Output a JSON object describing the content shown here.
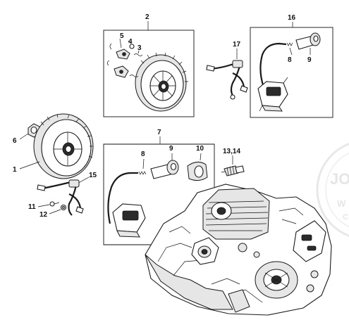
{
  "callouts": [
    {
      "id": "c2",
      "text": "2"
    },
    {
      "id": "c5",
      "text": "5"
    },
    {
      "id": "c4",
      "text": "4"
    },
    {
      "id": "c3",
      "text": "3"
    },
    {
      "id": "c16",
      "text": "16"
    },
    {
      "id": "c17",
      "text": "17"
    },
    {
      "id": "c8a",
      "text": "8"
    },
    {
      "id": "c9a",
      "text": "9"
    },
    {
      "id": "c6",
      "text": "6"
    },
    {
      "id": "c1",
      "text": "1"
    },
    {
      "id": "c7",
      "text": "7"
    },
    {
      "id": "c8b",
      "text": "8"
    },
    {
      "id": "c9b",
      "text": "9"
    },
    {
      "id": "c10",
      "text": "10"
    },
    {
      "id": "c1314",
      "text": "13,14"
    },
    {
      "id": "c15",
      "text": "15"
    },
    {
      "id": "c11",
      "text": "11"
    },
    {
      "id": "c12",
      "text": "12"
    }
  ],
  "colors": {
    "line": "#111111",
    "background": "#ffffff",
    "watermark": "#e3e3e3"
  }
}
